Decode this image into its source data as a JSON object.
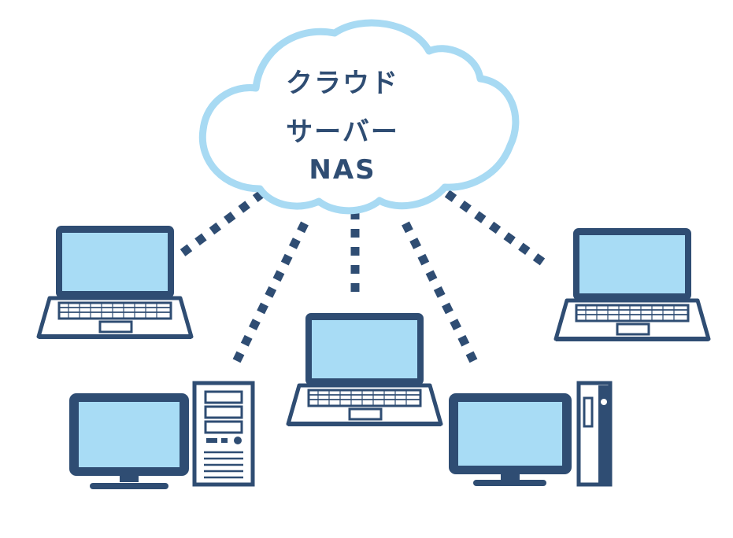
{
  "cloud": {
    "lines": [
      "クラウド",
      "サーバー",
      "NAS"
    ]
  },
  "colors": {
    "outline": "#2f4d73",
    "screen": "#a8dcf5",
    "cloud_border": "#a8daf3",
    "background": "#ffffff"
  },
  "devices": [
    {
      "name": "laptop-left",
      "type": "laptop"
    },
    {
      "name": "desktop-left",
      "type": "desktop-tower"
    },
    {
      "name": "laptop-center",
      "type": "laptop"
    },
    {
      "name": "desktop-right",
      "type": "desktop-slim-tower"
    },
    {
      "name": "laptop-right",
      "type": "laptop"
    }
  ]
}
